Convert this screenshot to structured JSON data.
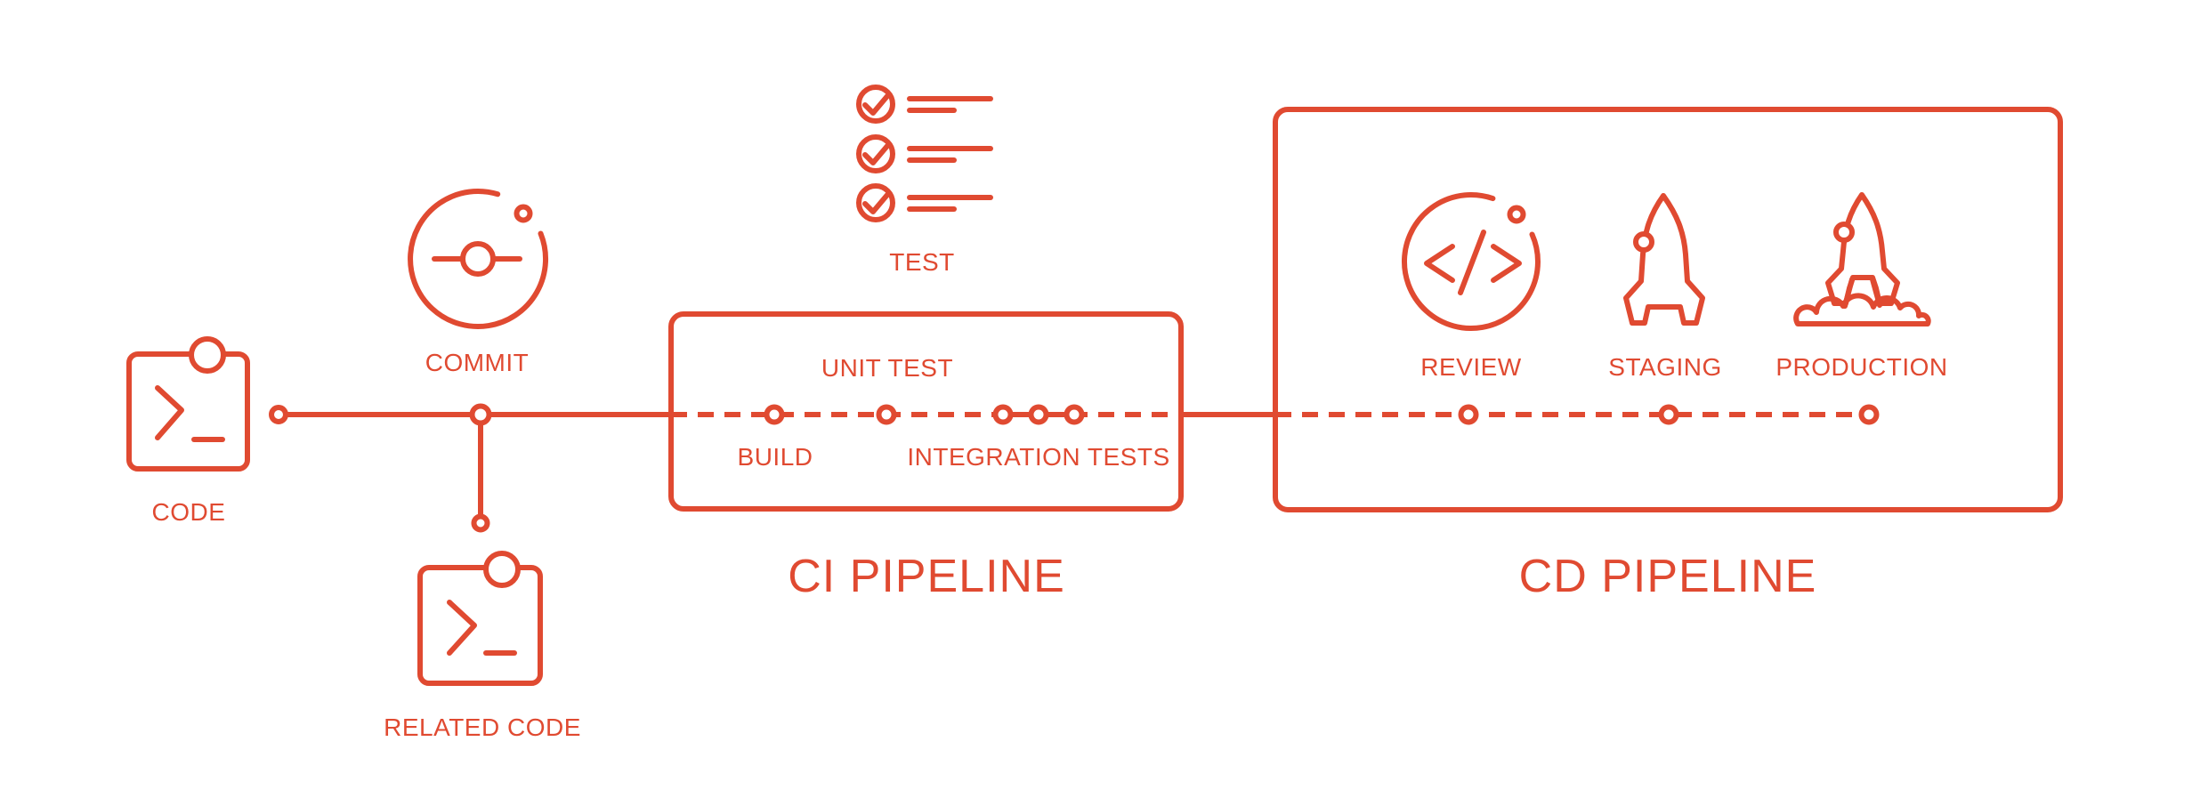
{
  "colors": {
    "accent": "#E04A31",
    "background": "#FFFFFF"
  },
  "workflow": {
    "code_label": "CODE",
    "commit_label": "COMMIT",
    "related_code_label": "RELATED CODE",
    "test_label": "TEST"
  },
  "ci_pipeline": {
    "title": "CI PIPELINE",
    "build_label": "BUILD",
    "unit_test_label": "UNIT TEST",
    "integration_tests_label": "INTEGRATION TESTS"
  },
  "cd_pipeline": {
    "title": "CD PIPELINE",
    "review_label": "REVIEW",
    "staging_label": "STAGING",
    "production_label": "PRODUCTION"
  }
}
